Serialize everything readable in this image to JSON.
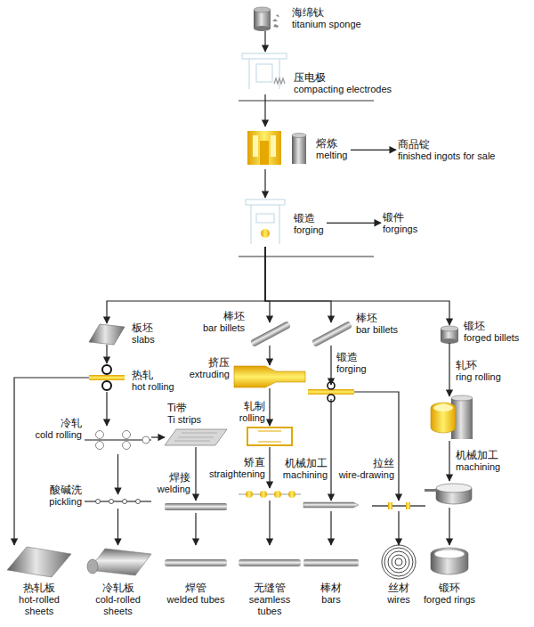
{
  "diagram": {
    "nodes": [
      {
        "text": [
          "海绵钛",
          "titanium sponge"
        ]
      },
      {
        "text": [
          "压电极",
          "compacting electrodes"
        ]
      },
      {
        "text": [
          "熔炼",
          "melting"
        ]
      },
      {
        "text": [
          "商品锭",
          "finished ingots for sale"
        ]
      },
      {
        "text": [
          "锻造",
          "forging"
        ]
      },
      {
        "text": [
          "锻件",
          "forgings"
        ]
      },
      {
        "text": [
          "板坯",
          "slabs"
        ]
      },
      {
        "text": [
          "热轧",
          "hot rolling"
        ]
      },
      {
        "text": [
          "冷轧",
          "cold rolling"
        ]
      },
      {
        "text": [
          "Ti带",
          "Ti strips"
        ]
      },
      {
        "text": [
          "焊接",
          "welding"
        ]
      },
      {
        "text": [
          "酸碱洗",
          "pickling"
        ]
      },
      {
        "text": [
          "棒坯",
          "bar billets"
        ]
      },
      {
        "text": [
          "挤压",
          "extruding"
        ]
      },
      {
        "text": [
          "轧制",
          "rolling"
        ]
      },
      {
        "text": [
          "矫直",
          "straightening"
        ]
      },
      {
        "text": [
          "棒坯",
          "bar billets"
        ]
      },
      {
        "text": [
          "锻造",
          "forging"
        ]
      },
      {
        "text": [
          "机械加工",
          "machining"
        ]
      },
      {
        "text": [
          "拉丝",
          "wire-drawing"
        ]
      },
      {
        "text": [
          "锻坯",
          "forged billets"
        ]
      },
      {
        "text": [
          "轧环",
          "ring rolling"
        ]
      },
      {
        "text": [
          "机械加工",
          "machining"
        ]
      },
      {
        "text": [
          "热轧板",
          "hot-rolled sheets"
        ]
      },
      {
        "text": [
          "冷轧板",
          "cold-rolled sheets"
        ]
      },
      {
        "text": [
          "焊管",
          "welded tubes"
        ]
      },
      {
        "text": [
          "无缝管",
          "seamless tubes"
        ]
      },
      {
        "text": [
          "棒材",
          "bars"
        ]
      },
      {
        "text": [
          "丝材",
          "wires"
        ]
      },
      {
        "text": [
          "锻环",
          "forged rings"
        ]
      }
    ],
    "edges": [
      {
        "from": 0,
        "to": 1,
        "arrow": "to"
      },
      {
        "from": 1,
        "to": 2,
        "arrow": "to"
      },
      {
        "from": 2,
        "to": 3,
        "arrow": "to"
      },
      {
        "from": 2,
        "to": 4,
        "arrow": "to"
      },
      {
        "from": 4,
        "to": 5,
        "arrow": "to"
      },
      {
        "from": 4,
        "to": 6,
        "arrow": "to"
      },
      {
        "from": 4,
        "to": 12,
        "arrow": "to"
      },
      {
        "from": 4,
        "to": 16,
        "arrow": "to"
      },
      {
        "from": 4,
        "to": 20,
        "arrow": "to"
      },
      {
        "from": 6,
        "to": 7,
        "arrow": "to"
      },
      {
        "from": 7,
        "to": 23,
        "arrow": "to"
      },
      {
        "from": 7,
        "to": 8,
        "arrow": "to"
      },
      {
        "from": 8,
        "to": 9,
        "arrow": "to"
      },
      {
        "from": 8,
        "to": 11,
        "arrow": "to"
      },
      {
        "from": 9,
        "to": 10,
        "arrow": "to"
      },
      {
        "from": 10,
        "to": 25,
        "arrow": "to"
      },
      {
        "from": 11,
        "to": 24,
        "arrow": "to"
      },
      {
        "from": 12,
        "to": 13,
        "arrow": "to"
      },
      {
        "from": 13,
        "to": 14,
        "arrow": "to"
      },
      {
        "from": 14,
        "to": 15,
        "arrow": "to"
      },
      {
        "from": 15,
        "to": 26,
        "arrow": "to"
      },
      {
        "from": 16,
        "to": 17,
        "arrow": "to"
      },
      {
        "from": 17,
        "to": 18,
        "arrow": "to"
      },
      {
        "from": 17,
        "to": 19,
        "arrow": "to"
      },
      {
        "from": 18,
        "to": 27,
        "arrow": "to"
      },
      {
        "from": 19,
        "to": 28,
        "arrow": "to"
      },
      {
        "from": 20,
        "to": 21,
        "arrow": "to"
      },
      {
        "from": 21,
        "to": 22,
        "arrow": "to"
      },
      {
        "from": 22,
        "to": 29,
        "arrow": "to"
      }
    ]
  }
}
